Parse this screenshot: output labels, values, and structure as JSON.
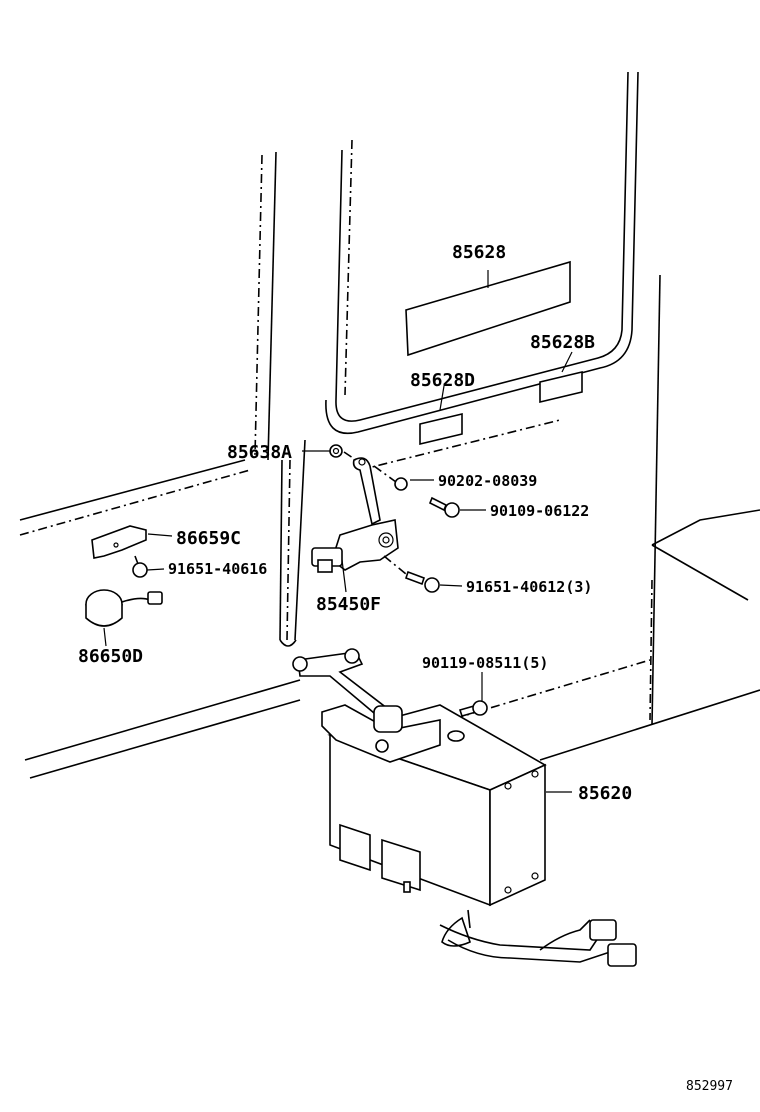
{
  "labels": {
    "p85628": "85628",
    "p85628B": "85628B",
    "p85628D": "85628D",
    "p85638A": "85638A",
    "p90202": "90202-08039",
    "p90109": "90109-06122",
    "p86659C": "86659C",
    "p91651_40616": "91651-40616",
    "p85450F": "85450F",
    "p91651_40612": "91651-40612(3)",
    "p86650D": "86650D",
    "p90119": "90119-08511(5)",
    "p85620": "85620",
    "figure_id": "852997"
  }
}
